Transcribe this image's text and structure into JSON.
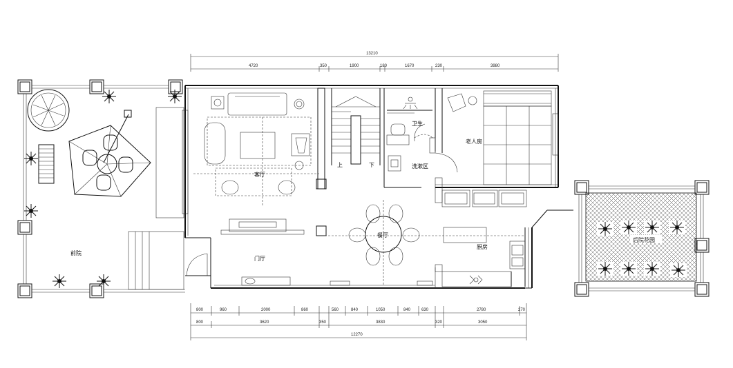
{
  "dimensions_top": {
    "overall": "13210",
    "segments": [
      "4720",
      "350",
      "1900",
      "180",
      "1670",
      "230",
      "3980"
    ]
  },
  "dimensions_bottom": {
    "row1": [
      "800",
      "960",
      "2000",
      "860",
      "560",
      "840",
      "1050",
      "840",
      "630",
      "2780",
      "270"
    ],
    "row2": [
      "800",
      "3620",
      "350",
      "3830",
      "320",
      "3050"
    ],
    "overall": "12270"
  },
  "rooms": {
    "living_room": "客厅",
    "bathroom": "卫生",
    "elder_room": "老人房",
    "wash_area": "洗漱区",
    "dining_room": "餐厅",
    "foyer": "门厅",
    "kitchen": "厨房",
    "front_yard": "前院",
    "back_garden": "后院花园",
    "stair_up": "上",
    "stair_down": "下"
  }
}
